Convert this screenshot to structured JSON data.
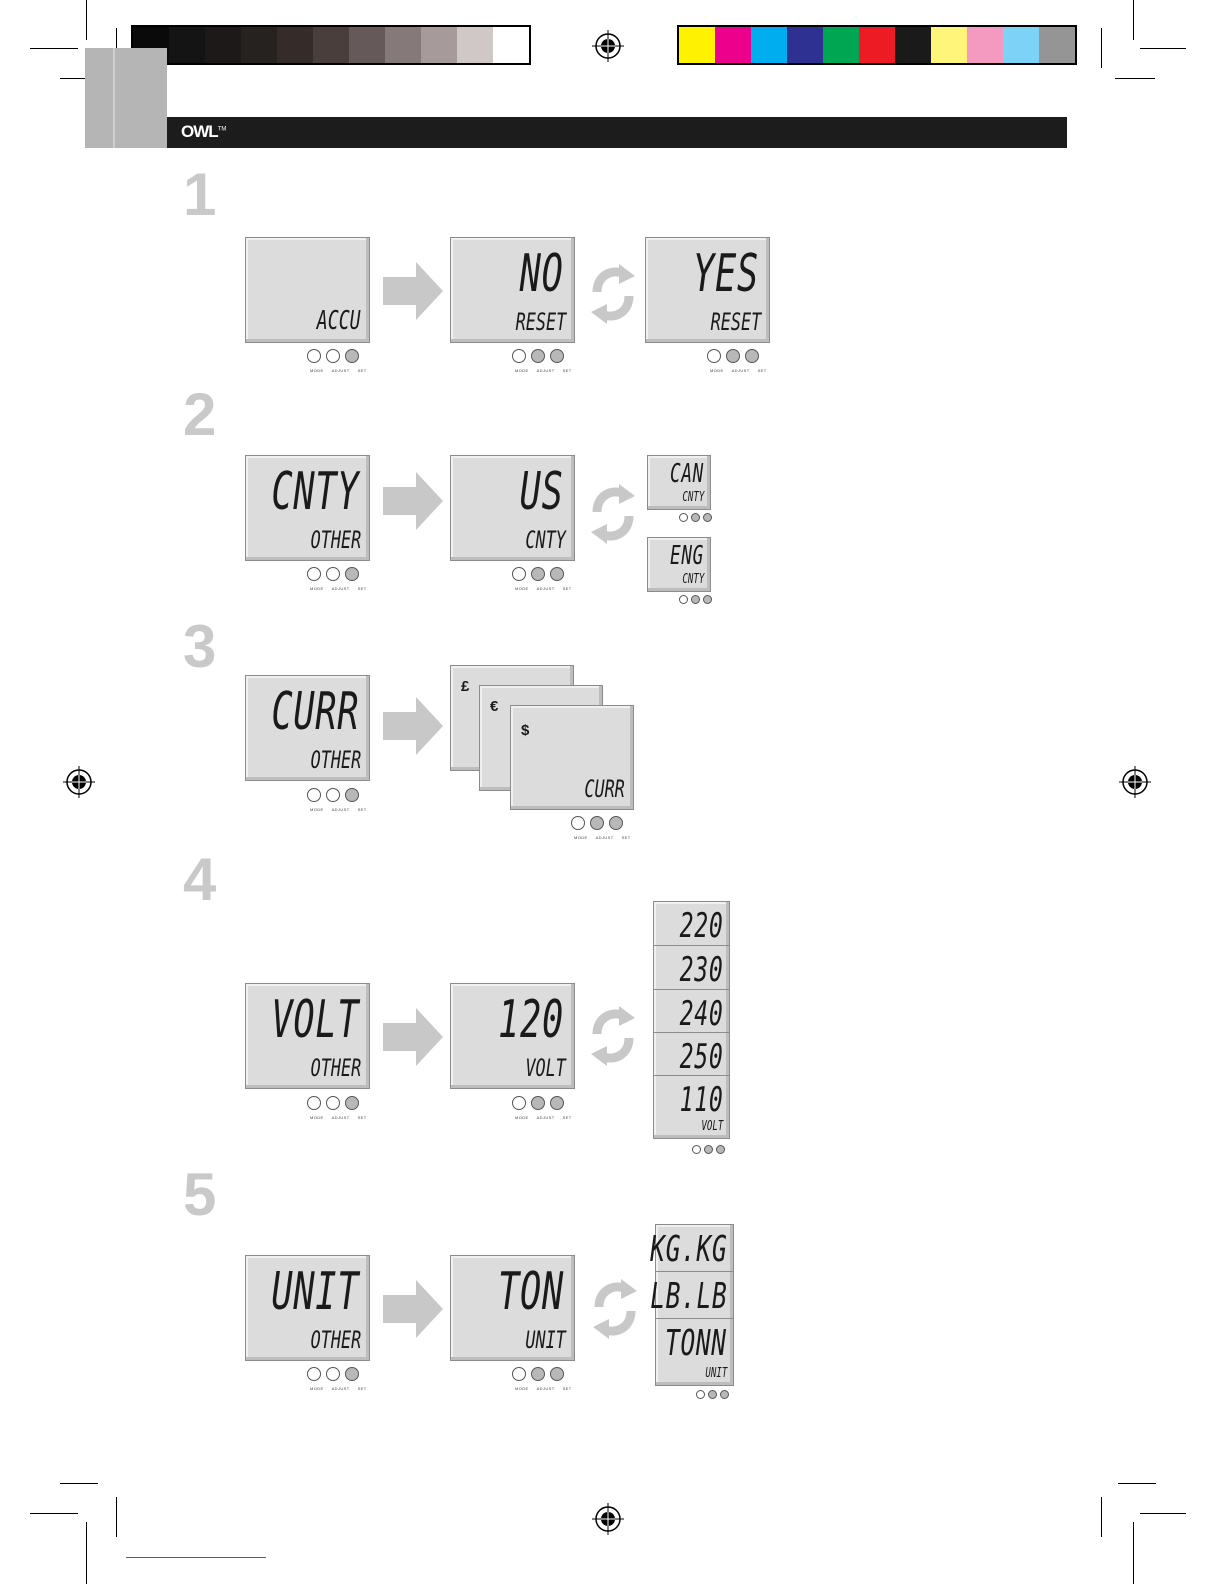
{
  "brand": {
    "logo": "OWL",
    "tm": "TM"
  },
  "colors": {
    "greys": [
      "#0a0a0a",
      "#141414",
      "#1c1918",
      "#262220",
      "#352c2a",
      "#4a3e3c",
      "#66595a",
      "#857a79",
      "#a69b9a",
      "#cfc8c7",
      "#ffffff"
    ],
    "process": [
      "#fff200",
      "#ec008c",
      "#00aeef",
      "#2e3192",
      "#00a651",
      "#ed1c24",
      "#1a1a1a",
      "#fff57a",
      "#f49ac1",
      "#7dd3f7",
      "#959595"
    ]
  },
  "button_labels": [
    "MODE",
    "ADJUST",
    "SET"
  ],
  "steps": [
    {
      "number": "1",
      "screen_a": {
        "big": "",
        "small": "ACCU"
      },
      "screen_b": {
        "big": "NO",
        "small": "RESET"
      },
      "screen_c": {
        "big": "YES",
        "small": "RESET"
      }
    },
    {
      "number": "2",
      "screen_a": {
        "big": "CNTY",
        "small": "OTHER"
      },
      "screen_b": {
        "big": "US",
        "small": "CNTY"
      },
      "options": [
        {
          "big": "CAN",
          "small": "CNTY"
        },
        {
          "big": "ENG",
          "small": "CNTY"
        }
      ]
    },
    {
      "number": "3",
      "screen_a": {
        "big": "CURR",
        "small": "OTHER"
      },
      "currencies": [
        "£",
        "€",
        "$"
      ],
      "currency_label": "CURR"
    },
    {
      "number": "4",
      "screen_a": {
        "big": "VOLT",
        "small": "OTHER"
      },
      "screen_b": {
        "big": "120",
        "small": "VOLT"
      },
      "options": [
        "220",
        "230",
        "240",
        "250",
        "110"
      ],
      "options_label": "VOLT"
    },
    {
      "number": "5",
      "screen_a": {
        "big": "UNIT",
        "small": "OTHER"
      },
      "screen_b": {
        "big": "TON",
        "small": "UNIT"
      },
      "options": [
        "KG.KG",
        "LB.LB",
        "TONN"
      ],
      "options_label": "UNIT"
    }
  ]
}
